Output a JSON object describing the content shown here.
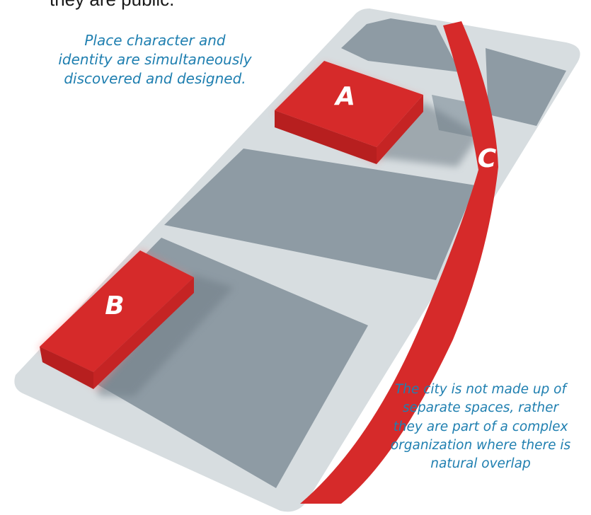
{
  "header_text": "they are public.",
  "caption_top": {
    "lines": [
      "Place character and",
      "identity are simultaneously",
      "discovered and designed."
    ]
  },
  "caption_bottom": {
    "lines": [
      "The city is not made up of",
      "separate spaces, rather",
      "they are part of a complex",
      "organization where there is",
      "natural overlap"
    ]
  },
  "labels": {
    "a": "A",
    "b": "B",
    "c": "C"
  },
  "colors": {
    "accent_red": "#d62a2a",
    "caption_blue": "#1f7fb0",
    "ground": "#d7dde0",
    "block": "#8e9ba4"
  }
}
